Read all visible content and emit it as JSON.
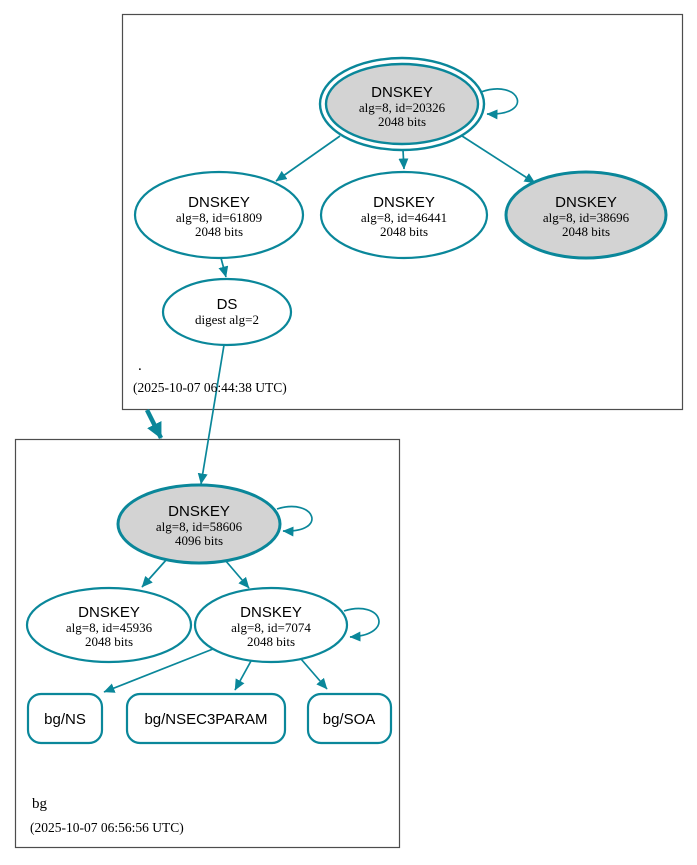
{
  "meta": {
    "diagram_type": "DNSSEC authentication chain graph",
    "accent_color": "#0a879a",
    "node_fill_gray": "#d3d3d3",
    "zone_box_border_color": "#4d4d4d",
    "text_color": "#000000"
  },
  "zones": {
    "root": {
      "name": ".",
      "timestamp": "(2025-10-07 06:44:38 UTC)"
    },
    "bg": {
      "name": "bg",
      "timestamp": "(2025-10-07 06:56:56 UTC)"
    }
  },
  "nodes": {
    "root_ksk_20326": {
      "title": "DNSKEY",
      "detail1": "alg=8, id=20326",
      "detail2": "2048 bits"
    },
    "root_key_61809": {
      "title": "DNSKEY",
      "detail1": "alg=8, id=61809",
      "detail2": "2048 bits"
    },
    "root_key_46441": {
      "title": "DNSKEY",
      "detail1": "alg=8, id=46441",
      "detail2": "2048 bits"
    },
    "root_key_38696": {
      "title": "DNSKEY",
      "detail1": "alg=8, id=38696",
      "detail2": "2048 bits"
    },
    "root_ds": {
      "title": "DS",
      "detail1": "digest alg=2"
    },
    "bg_ksk_58606": {
      "title": "DNSKEY",
      "detail1": "alg=8, id=58606",
      "detail2": "4096 bits"
    },
    "bg_key_45936": {
      "title": "DNSKEY",
      "detail1": "alg=8, id=45936",
      "detail2": "2048 bits"
    },
    "bg_key_7074": {
      "title": "DNSKEY",
      "detail1": "alg=8, id=7074",
      "detail2": "2048 bits"
    },
    "bg_ns": {
      "label": "bg/NS"
    },
    "bg_nsec3param": {
      "label": "bg/NSEC3PARAM"
    },
    "bg_soa": {
      "label": "bg/SOA"
    }
  }
}
